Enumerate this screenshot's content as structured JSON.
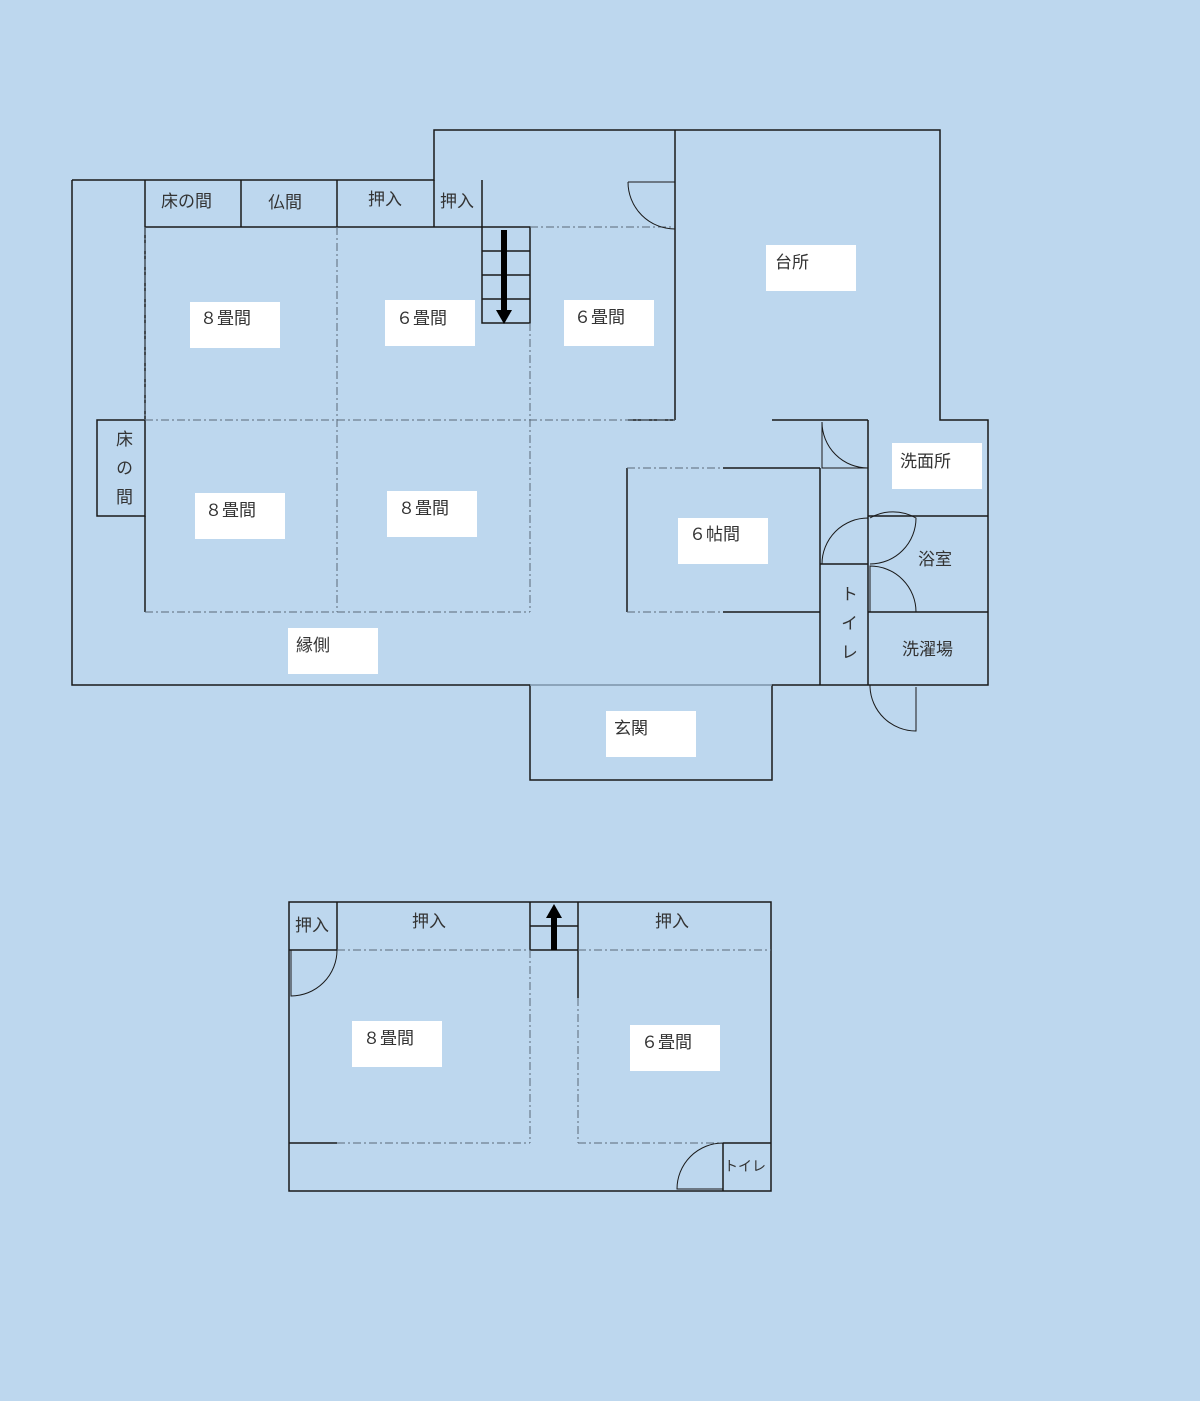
{
  "floor1": {
    "tokonoma_top": "床の間",
    "butsuma": "仏間",
    "oshiire_a": "押入",
    "oshiire_b": "押入",
    "room_8a": "８畳間",
    "room_6a": "６畳間",
    "room_6b": "６畳間",
    "kitchen": "台所",
    "tokonoma_side": "床の間",
    "room_8b": "８畳間",
    "room_8c": "８畳間",
    "room_6c": "６帖間",
    "washroom": "洗面所",
    "bath": "浴室",
    "toilet": "トイレ",
    "laundry": "洗濯場",
    "veranda": "縁側",
    "entrance": "玄関"
  },
  "floor2": {
    "oshiire_small": "押入",
    "oshiire_left": "押入",
    "oshiire_right": "押入",
    "room_8": "８畳間",
    "room_6": "６畳間",
    "toilet": "トイレ"
  },
  "colors": {
    "background": "#bdd7ee",
    "line": "#1a1a1a",
    "label_box": "#ffffff"
  }
}
